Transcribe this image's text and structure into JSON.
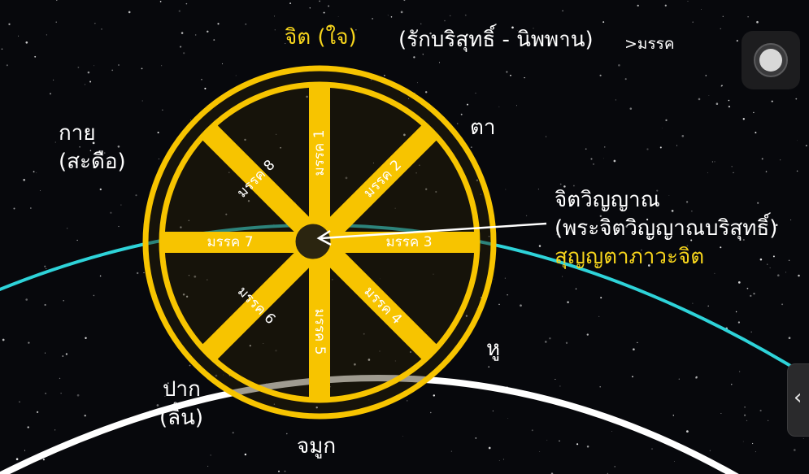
{
  "labels": {
    "top_mind": "จิต (ใจ)",
    "top_pure": "(รักบริสุทธิ์ - นิพพาน)",
    "top_path": ">มรรค",
    "body": "กาย",
    "body_sub": "(สะดือ)",
    "eye": "ตา",
    "ear": "หู",
    "mouth": "ปาก",
    "mouth_sub": "(ลิ้น)",
    "nose": "จมูก",
    "consciousness": "จิตวิญญาณ",
    "consciousness_sub": "(พระจิตวิญญาณบริสุทธิ์)",
    "emptiness": "สุญญตาภาวะจิต"
  },
  "spokes": [
    {
      "label": "มรรค 1"
    },
    {
      "label": "มรรค 2"
    },
    {
      "label": "มรรค 3"
    },
    {
      "label": "มรรค 4"
    },
    {
      "label": "มรรค 5"
    },
    {
      "label": "มรรค 6"
    },
    {
      "label": "มรรค 7"
    },
    {
      "label": "มรรค 8"
    }
  ],
  "colors": {
    "wheel": "#f7c400",
    "hub": "#2b2510",
    "arc_white": "#ffffff",
    "arc_teal": "#2ed3d9",
    "label_yellow": "#f7d51c"
  },
  "icons": {
    "record": "record-button-icon",
    "side": "chevron-left-icon"
  }
}
